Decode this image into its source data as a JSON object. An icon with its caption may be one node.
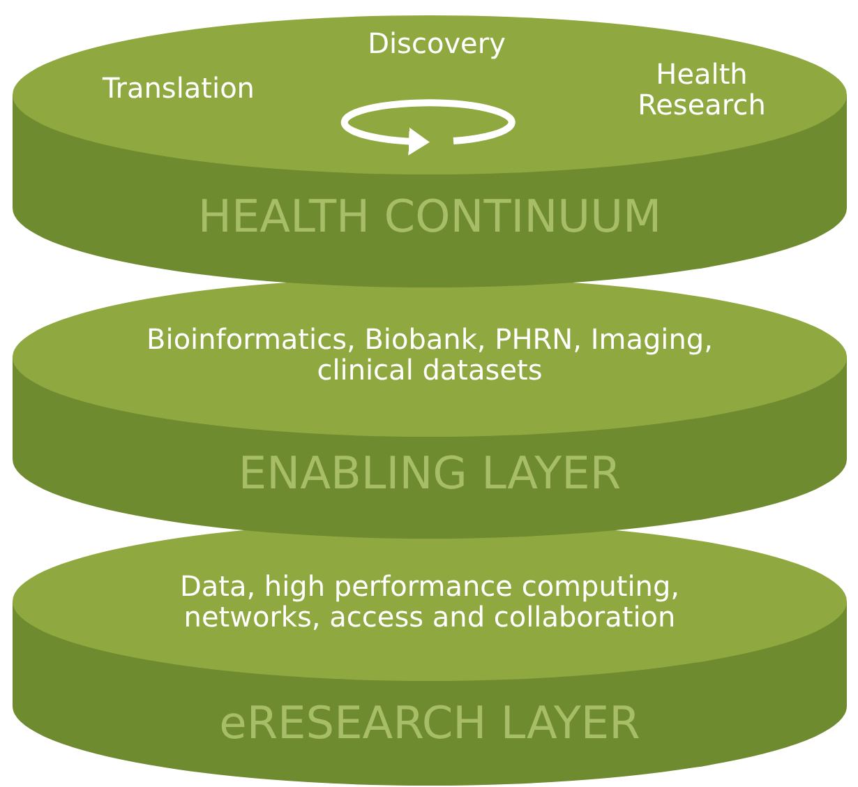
{
  "diagram": {
    "nodes": [
      {
        "text": [
          "Discovery",
          "Translation",
          "Health Research",
          "HEALTH CONTINUUM"
        ]
      },
      {
        "text": [
          "Bioinformatics, Biobank, PHRN, Imaging, clinical datasets",
          "ENABLING LAYER"
        ]
      },
      {
        "text": [
          "Data, high performance computing, networks, access and collaboration",
          "eRESEARCH LAYER"
        ]
      }
    ],
    "edges": []
  }
}
